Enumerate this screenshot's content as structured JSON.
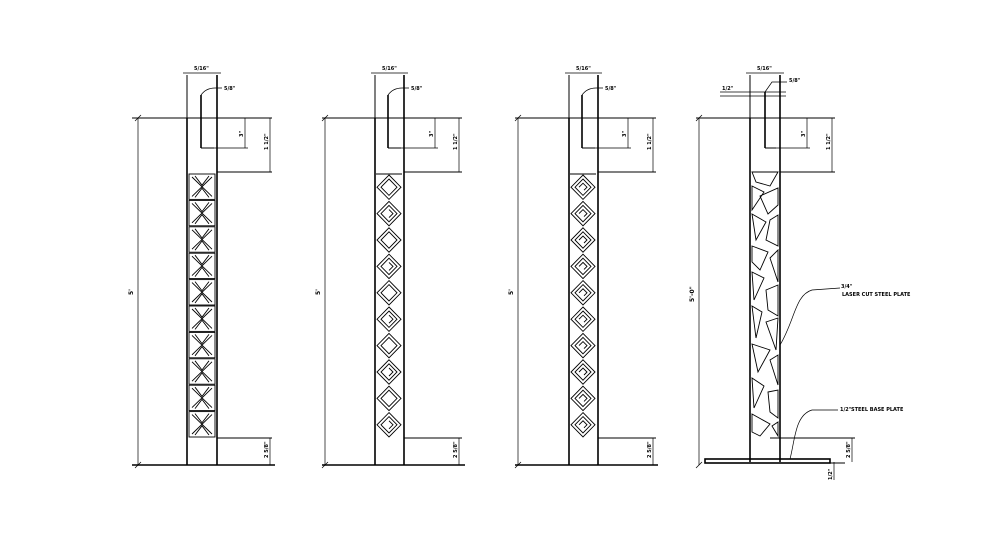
{
  "drawing": {
    "panels": [
      {
        "height_dim": "5'",
        "top_width_dim": "5/16\"",
        "pin_dim": "5/8\"",
        "slot_dim": "3\"",
        "slot_total_dim": "1 1/2\"",
        "base_dim": "2 5/8\"",
        "pattern": "x-lattice"
      },
      {
        "height_dim": "5'",
        "top_width_dim": "5/16\"",
        "pin_dim": "5/8\"",
        "slot_dim": "3\"",
        "slot_total_dim": "1 1/2\"",
        "base_dim": "2 5/8\"",
        "pattern": "diamond-lattice"
      },
      {
        "height_dim": "5'",
        "top_width_dim": "5/16\"",
        "pin_dim": "5/8\"",
        "slot_dim": "3\"",
        "slot_total_dim": "1 1/2\"",
        "base_dim": "2 5/8\"",
        "pattern": "spiral-lattice"
      },
      {
        "height_dim": "5'-0\"",
        "top_width_dim": "5/16\"",
        "pin_dim": "5/8\"",
        "cap_dim": "1/2\"",
        "slot_dim": "3\"",
        "slot_total_dim": "1 1/2\"",
        "base_dim": "2 5/8\"",
        "base_thk_dim": "1/2\"",
        "pattern": "random-shards",
        "callout_plate": "LASER CUT STEEL PLATE",
        "callout_plate_dim": "3/4\"",
        "callout_base": "STEEL BASE PLATE",
        "callout_base_dim": "1/2\""
      }
    ]
  }
}
